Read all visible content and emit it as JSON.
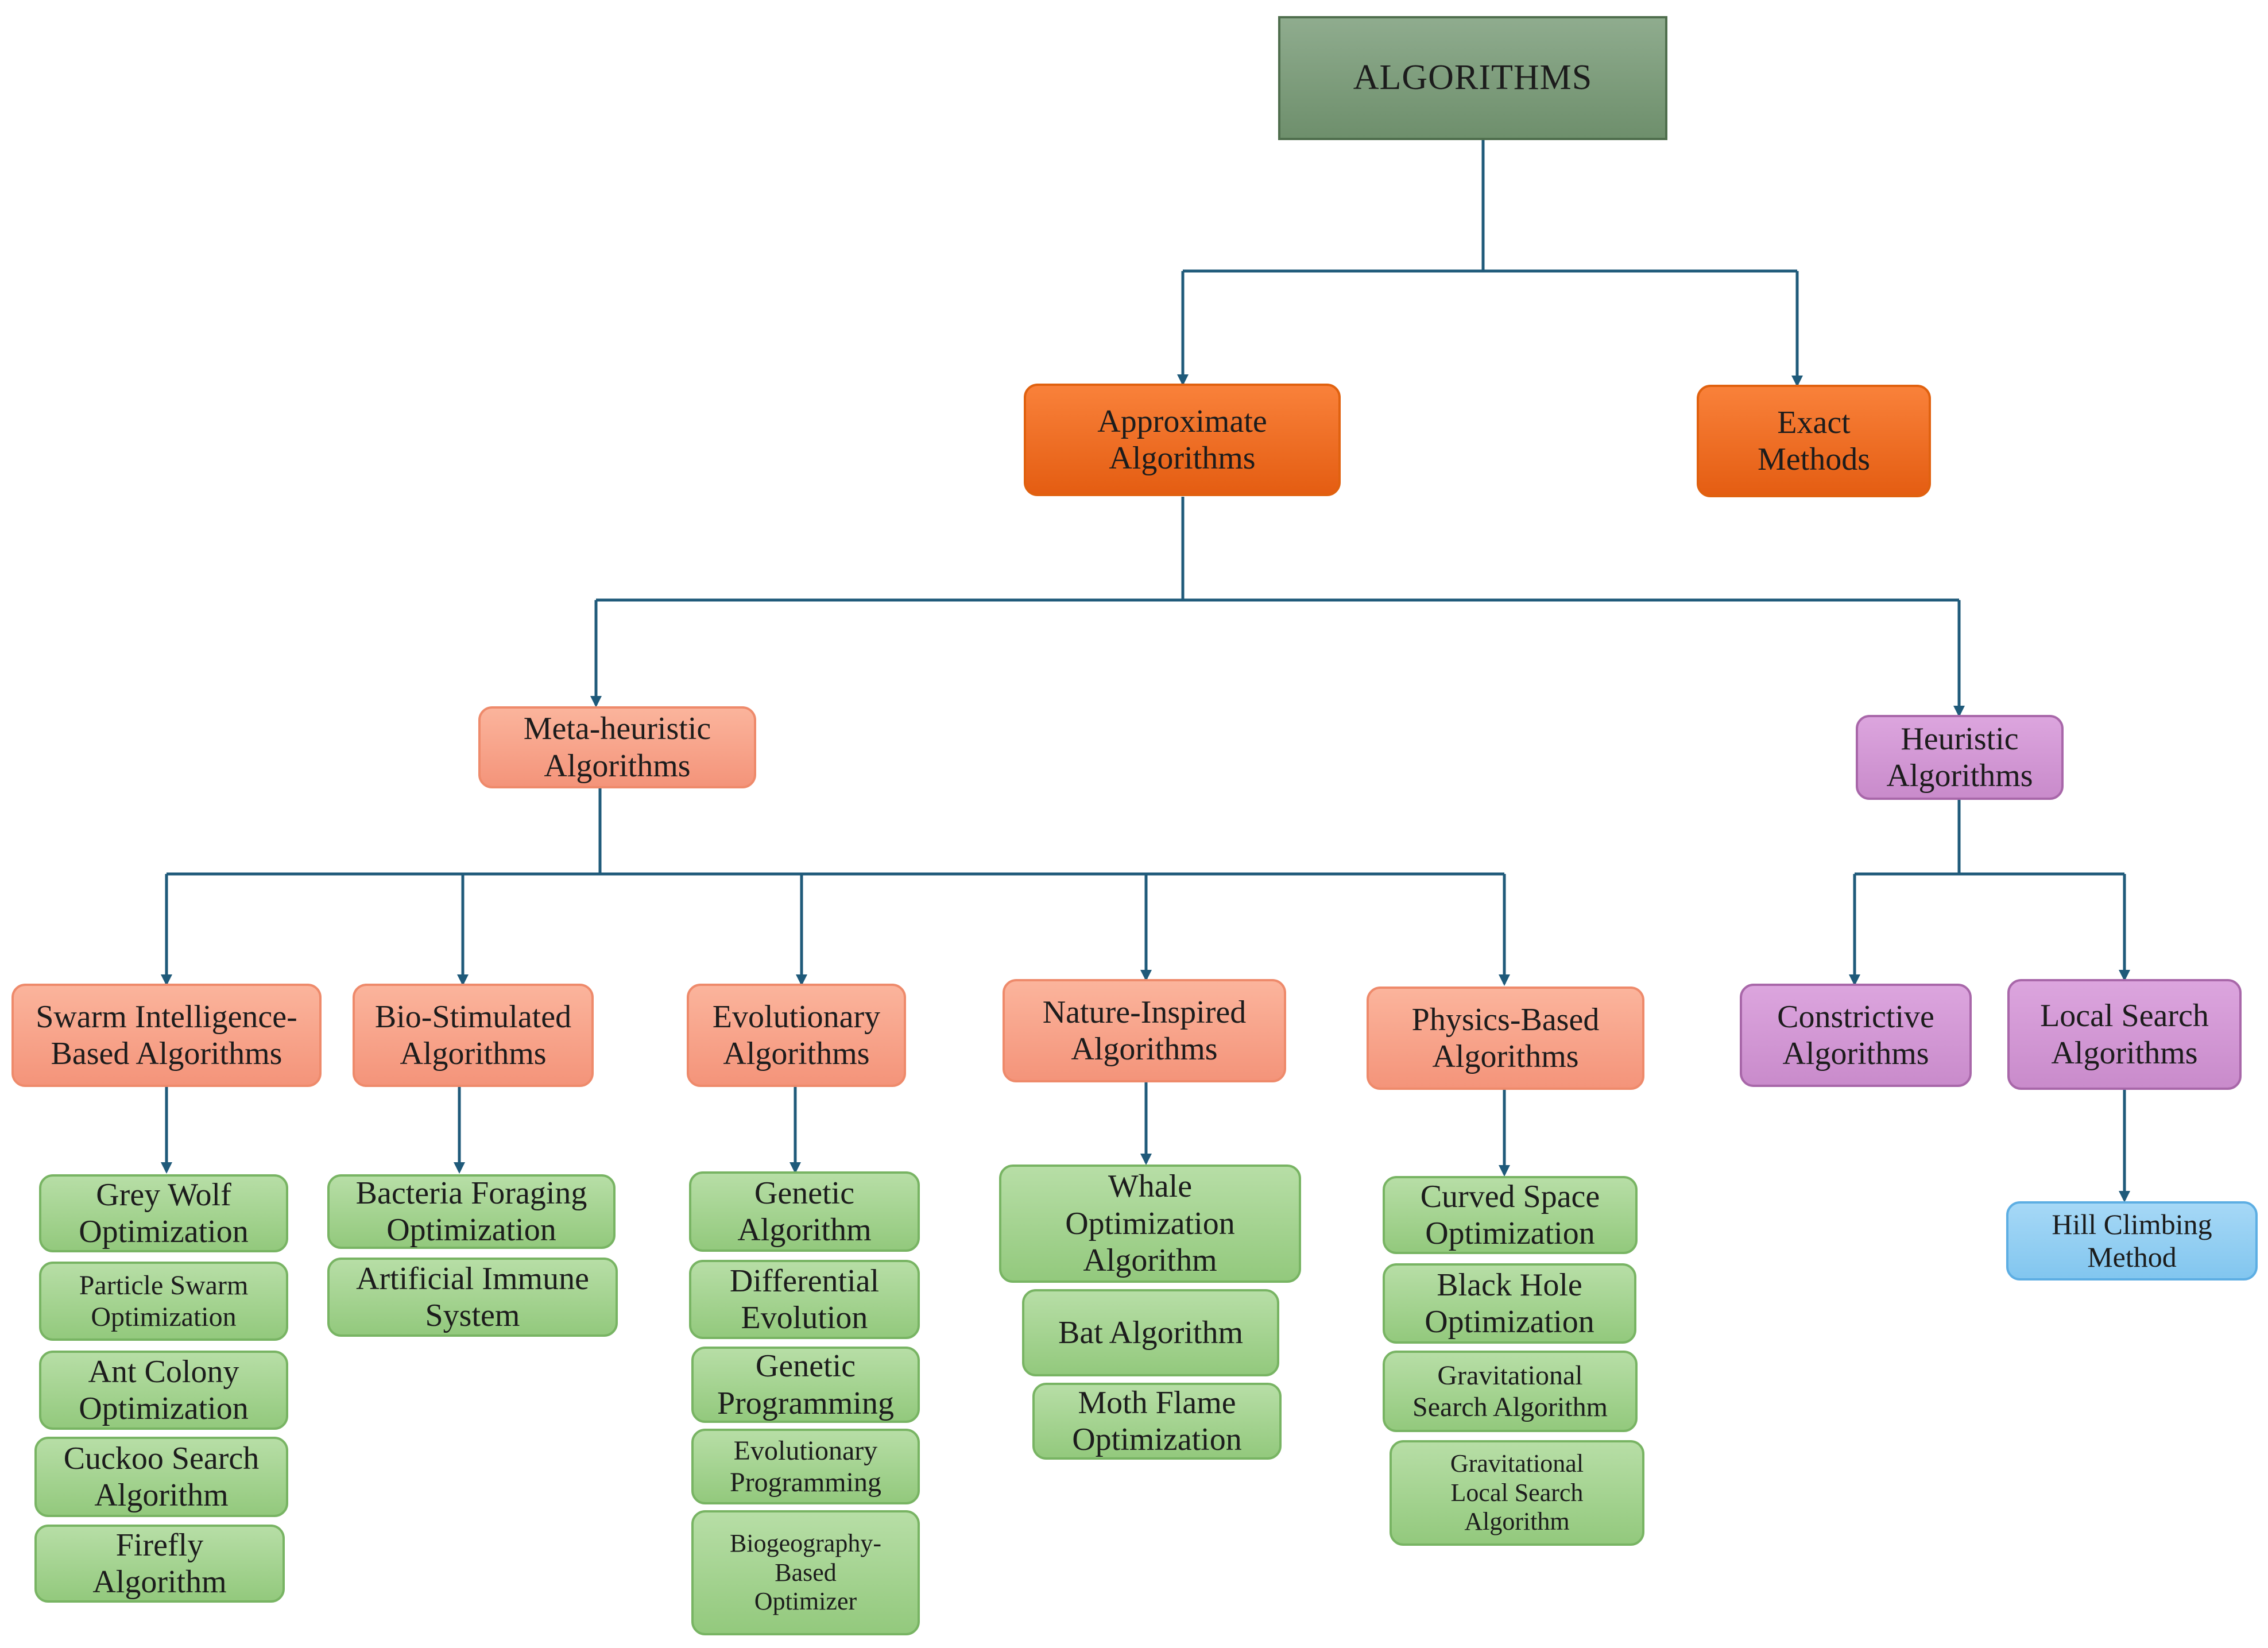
{
  "diagram": {
    "nodes": {
      "root": "ALGORITHMS",
      "approximate": "Approximate\nAlgorithms",
      "exact": "Exact\nMethods",
      "metaheuristic": "Meta-heuristic\nAlgorithms",
      "heuristic": "Heuristic\nAlgorithms",
      "swarm": "Swarm Intelligence-\nBased Algorithms",
      "bio": "Bio-Stimulated\nAlgorithms",
      "evolutionary": "Evolutionary\nAlgorithms",
      "nature": "Nature-Inspired\nAlgorithms",
      "physics": "Physics-Based\nAlgorithms",
      "constrictive": "Constrictive\nAlgorithms",
      "localsearch": "Local Search\nAlgorithms",
      "greywolf": "Grey Wolf\nOptimization",
      "pso": "Particle Swarm\nOptimization",
      "aco": "Ant Colony\nOptimization",
      "cuckoo": "Cuckoo Search\nAlgorithm",
      "firefly": "Firefly\nAlgorithm",
      "bacteria": "Bacteria Foraging\nOptimization",
      "ais": "Artificial Immune\nSystem",
      "ga": "Genetic\nAlgorithm",
      "de": "Differential\nEvolution",
      "gp": "Genetic\nProgramming",
      "ep": "Evolutionary\nProgramming",
      "bbo": "Biogeography-\nBased\nOptimizer",
      "whale": "Whale\nOptimization\nAlgorithm",
      "bat": "Bat Algorithm",
      "moth": "Moth Flame\nOptimization",
      "curved": "Curved Space\nOptimization",
      "blackhole": "Black Hole\nOptimization",
      "gravsearch": "Gravitational\nSearch Algorithm",
      "gravlocal": "Gravitational\nLocal Search\nAlgorithm",
      "hill": "Hill Climbing\nMethod"
    }
  }
}
